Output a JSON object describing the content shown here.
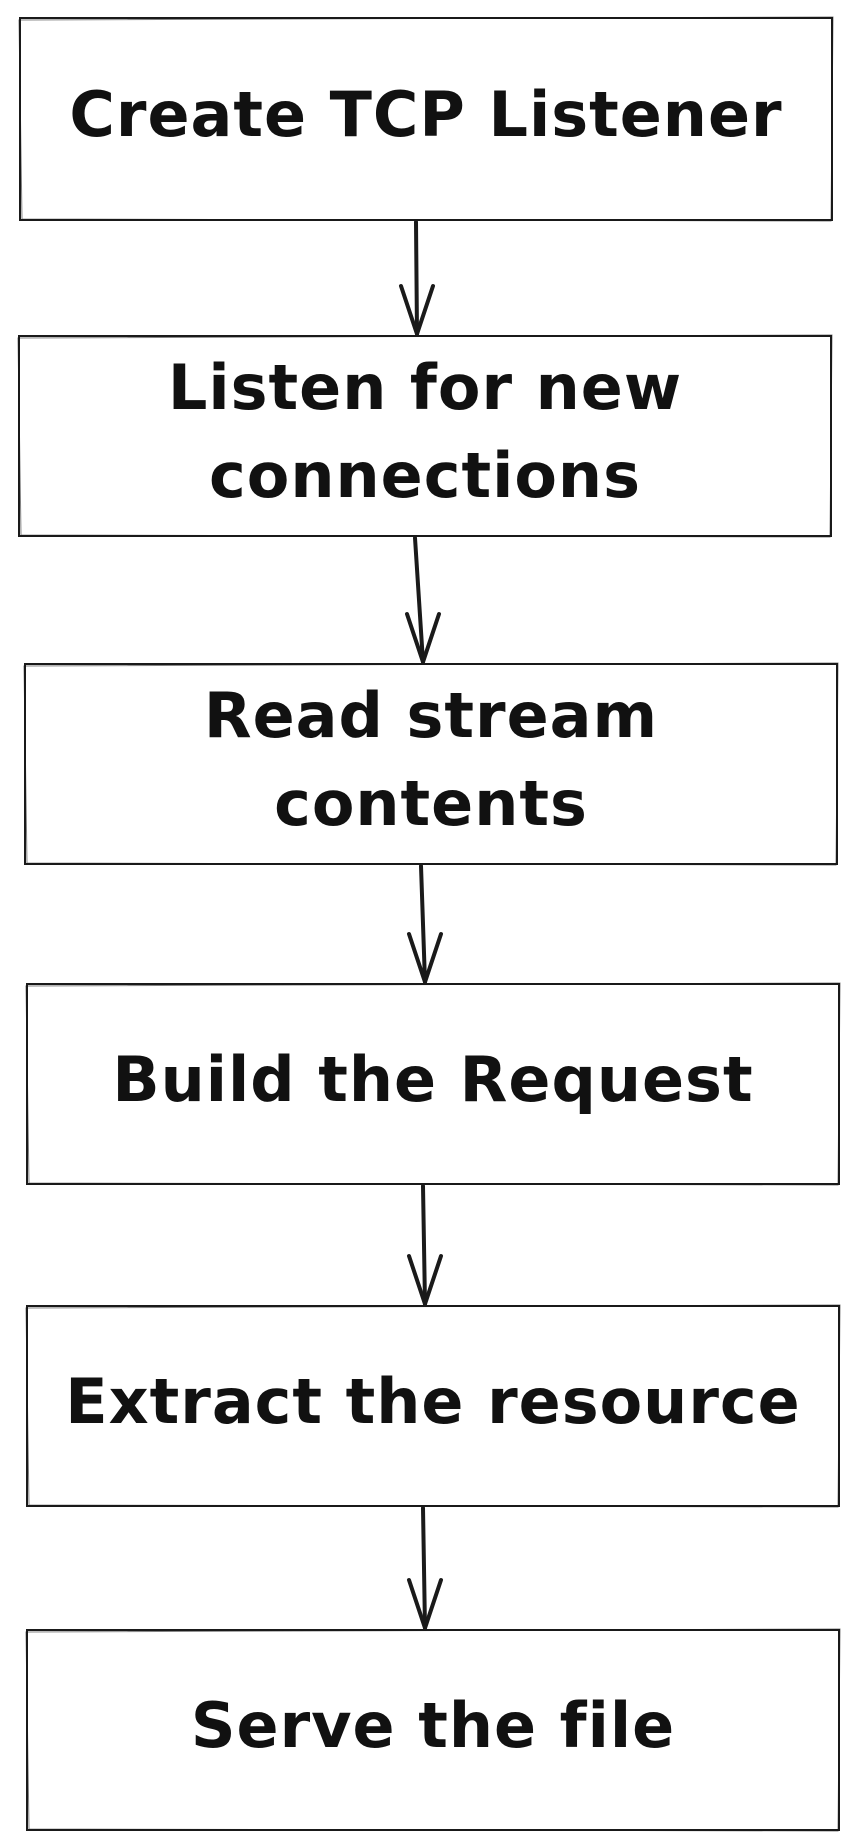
{
  "diagram": {
    "steps": [
      {
        "id": "create-listener",
        "lines": [
          "Create TCP Listener"
        ]
      },
      {
        "id": "listen-connections",
        "lines": [
          "Listen for new",
          "connections"
        ]
      },
      {
        "id": "read-stream",
        "lines": [
          "Read stream",
          "contents"
        ]
      },
      {
        "id": "build-request",
        "lines": [
          "Build the Request"
        ]
      },
      {
        "id": "extract-resource",
        "lines": [
          "Extract the resource"
        ]
      },
      {
        "id": "serve-file",
        "lines": [
          "Serve the file"
        ]
      }
    ],
    "connections": [
      {
        "from": "create-listener",
        "to": "listen-connections"
      },
      {
        "from": "listen-connections",
        "to": "read-stream"
      },
      {
        "from": "read-stream",
        "to": "build-request"
      },
      {
        "from": "build-request",
        "to": "extract-resource"
      },
      {
        "from": "extract-resource",
        "to": "serve-file"
      }
    ],
    "colors": {
      "stroke": "#1a1a1a",
      "text": "#111111",
      "background": "#ffffff"
    }
  }
}
